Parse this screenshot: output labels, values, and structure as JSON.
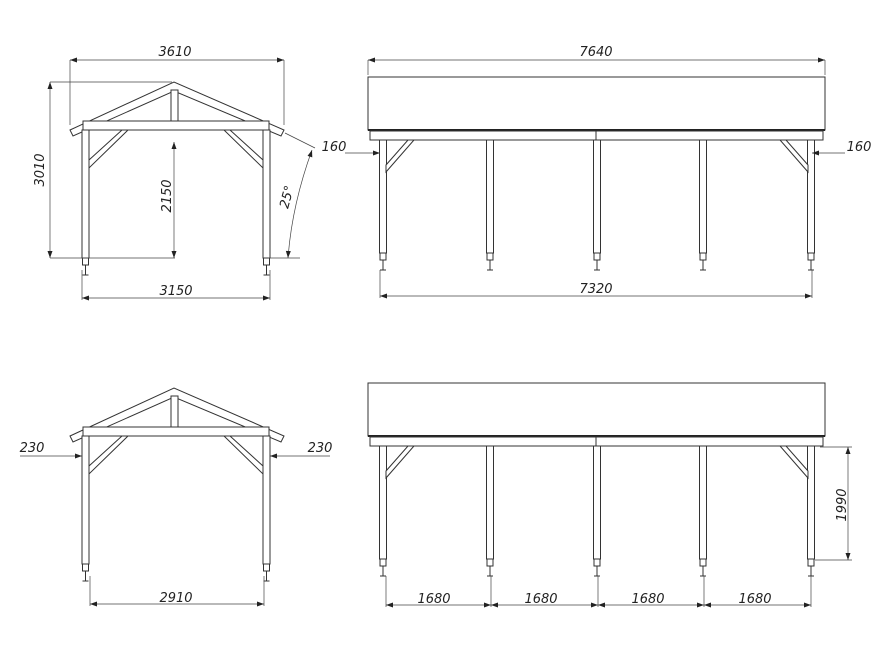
{
  "drawing": {
    "front_view_top": {
      "overall_width": "3610",
      "overall_height": "3010",
      "clear_height": "2150",
      "post_span": "3150",
      "roof_pitch": "25°"
    },
    "side_view_top": {
      "overall_length": "7640",
      "post_span": "7320",
      "overhang_left": "160",
      "overhang_right": "160"
    },
    "front_view_bottom": {
      "overhang_left": "230",
      "overhang_right": "230",
      "inner_span": "2910"
    },
    "side_view_bottom": {
      "post_height": "1990",
      "bay_spacings": [
        "1680",
        "1680",
        "1680",
        "1680"
      ]
    },
    "colors": {
      "line": "#333333",
      "background": "#ffffff"
    }
  }
}
